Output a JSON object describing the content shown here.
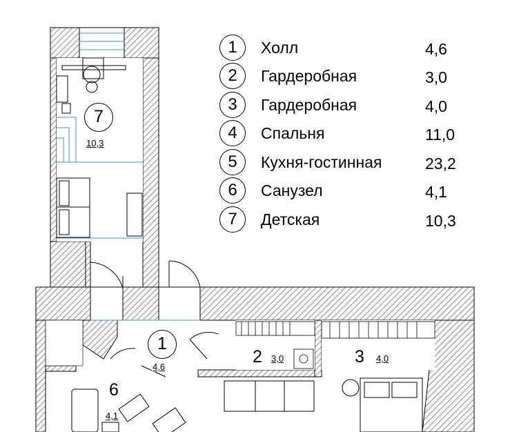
{
  "legend": [
    {
      "num": "1",
      "name": "Холл",
      "area": "4,6"
    },
    {
      "num": "2",
      "name": "Гардеробная",
      "area": "3,0"
    },
    {
      "num": "3",
      "name": "Гардеробная",
      "area": "4,0"
    },
    {
      "num": "4",
      "name": "Спальня",
      "area": "11,0"
    },
    {
      "num": "5",
      "name": "Кухня-гостинная",
      "area": "23,2"
    },
    {
      "num": "6",
      "name": "Санузел",
      "area": "4,1"
    },
    {
      "num": "7",
      "name": "Детская",
      "area": "10,3"
    }
  ],
  "plan_labels": [
    {
      "num": "7",
      "area": "10,3"
    },
    {
      "num": "1",
      "area": "4,6"
    },
    {
      "num": "2",
      "area": "3,0"
    },
    {
      "num": "3",
      "area": "4,0"
    },
    {
      "num": "6",
      "area": "4,1"
    }
  ],
  "colors": {
    "wall_hatch": "#8a8a8a",
    "line": "#000000",
    "window": "#4a90c8"
  }
}
